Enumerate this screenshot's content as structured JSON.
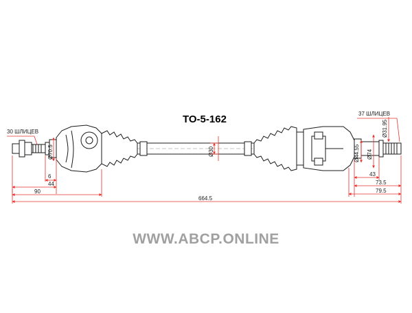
{
  "part_number": "TO-5-162",
  "website": "WWW.ABCP.ONLINE",
  "colors": {
    "dimension": "#e8322b",
    "outline": "#1a1a1a",
    "watermark": "#a0a0a0"
  },
  "splines": {
    "left": "30 ШЛИЦЕВ",
    "right": "37 ШЛИЦЕВ"
  },
  "diameters": {
    "outer_joint": "Ø70.5",
    "shaft": "Ø30",
    "inner_joint": "Ø44.55",
    "inner_housing": "Ø74",
    "inner_stub": "Ø31.95"
  },
  "lengths": {
    "left_6": "6",
    "left_44": "44",
    "left_90": "90",
    "total": "664.5",
    "right_43": "43",
    "right_73_5": "73.5",
    "right_79_5": "79.5"
  }
}
